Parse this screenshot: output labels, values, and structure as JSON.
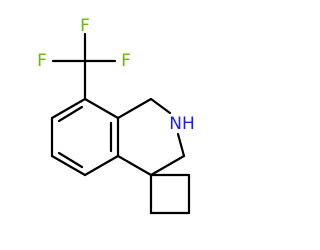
{
  "molecule": {
    "atoms": {
      "F_left": {
        "label": "F",
        "color": "#66bb00"
      },
      "F_top": {
        "label": "F",
        "color": "#66bb00"
      },
      "F_right": {
        "label": "F",
        "color": "#66bb00"
      },
      "N": {
        "label": "NH",
        "color": "#1a1aff"
      }
    },
    "bond_color": "#000000"
  }
}
